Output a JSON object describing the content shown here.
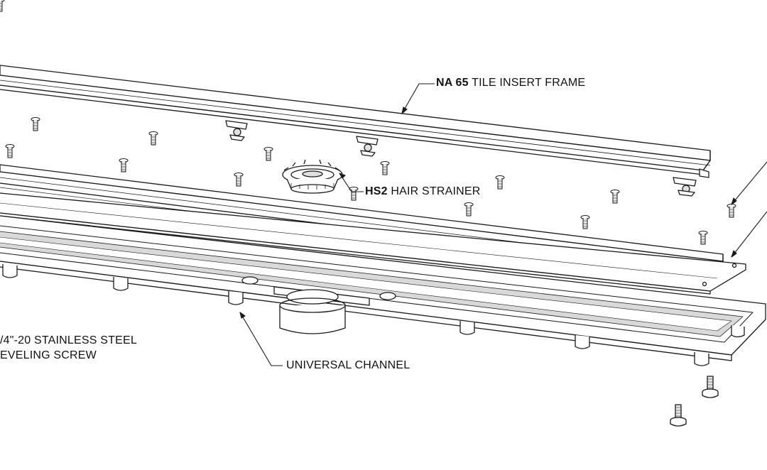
{
  "labels": {
    "frame": {
      "code": "NA 65",
      "text": "TILE INSERT FRAME"
    },
    "strainer": {
      "code": "HS2",
      "text": "HAIR STRAINER"
    },
    "screw_line1": "/4\"-20 STAINLESS STEEL",
    "screw_line2": "EVELING SCREW",
    "channel": "UNIVERSAL CHANNEL"
  },
  "colors": {
    "line": "#1a1a1a",
    "fill": "#ffffff",
    "shade": "#d9d9d9"
  }
}
